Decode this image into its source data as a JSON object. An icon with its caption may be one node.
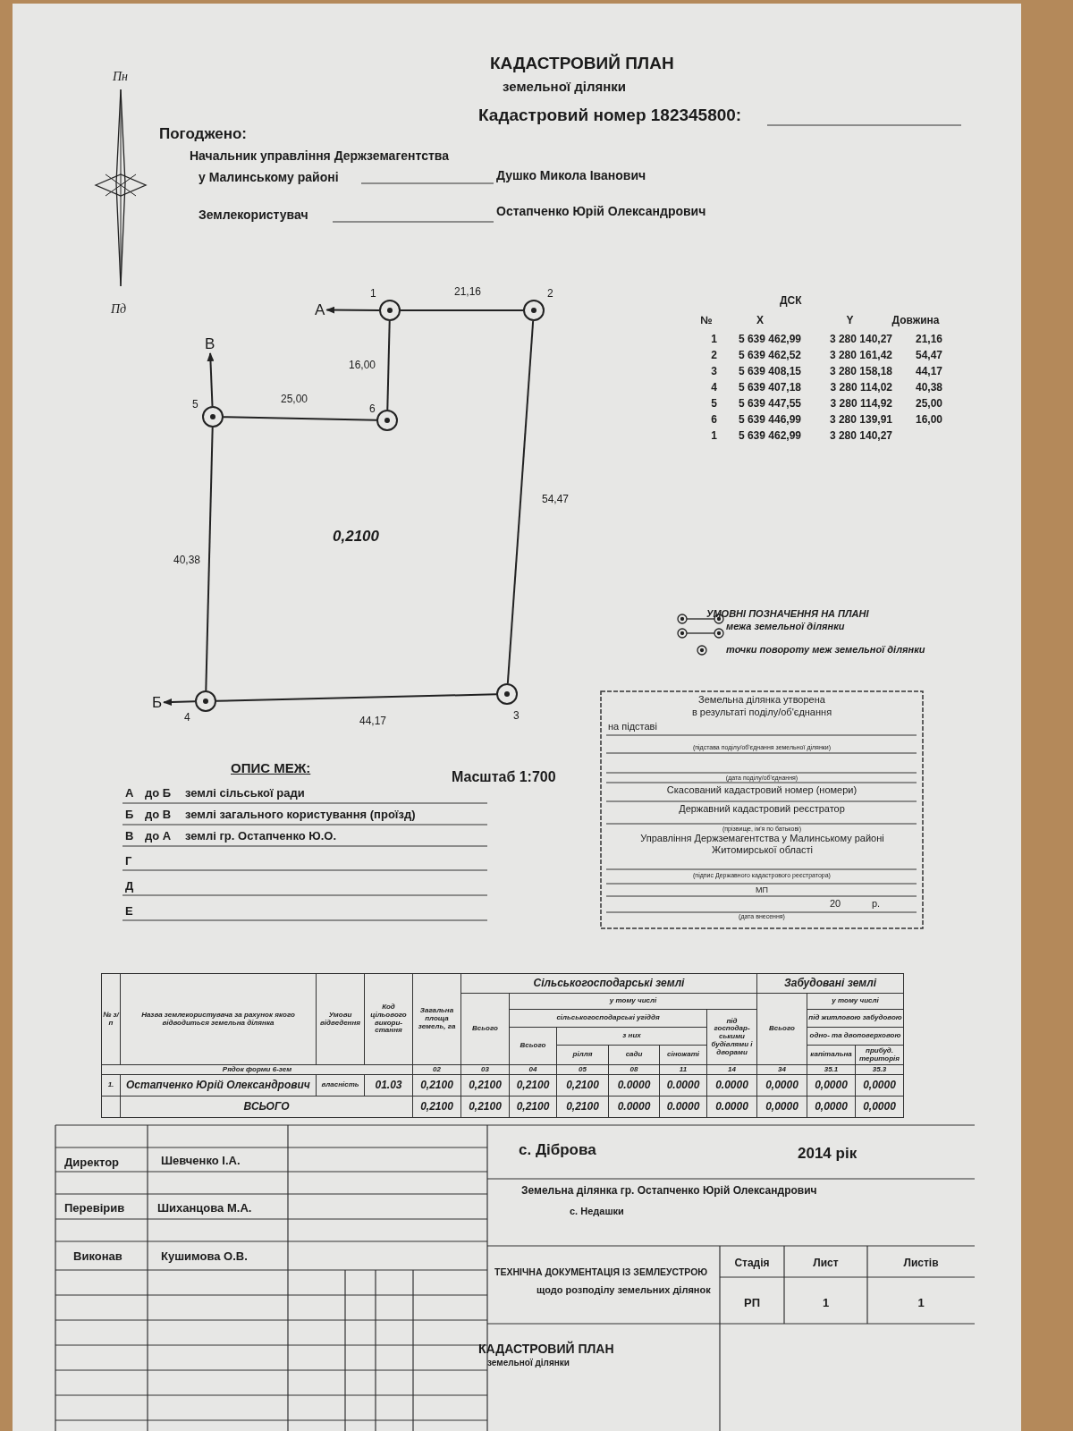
{
  "diagram": {
    "title": "КАДАСТРОВИЙ ПЛАН",
    "nodes": [
      {
        "text": [],
        "shape": "circle",
        "beside": [
          "1"
        ]
      },
      {
        "text": [],
        "shape": "circle",
        "beside": [
          "2"
        ]
      },
      {
        "text": [],
        "shape": "circle",
        "beside": [
          "3"
        ]
      },
      {
        "text": [],
        "shape": "circle",
        "beside": [
          "4"
        ]
      },
      {
        "text": [],
        "shape": "circle",
        "beside": [
          "5"
        ]
      },
      {
        "text": [],
        "shape": "circle",
        "beside": [
          "6"
        ]
      },
      {
        "text": [
          "А"
        ]
      },
      {
        "text": [
          "Б"
        ]
      },
      {
        "text": [
          "В"
        ]
      }
    ],
    "edges": [
      {
        "from": 0,
        "to": 1,
        "arrow": "none",
        "label": "21,16"
      },
      {
        "from": 1,
        "to": 2,
        "arrow": "none",
        "label": "54,47"
      },
      {
        "from": 2,
        "to": 3,
        "arrow": "none",
        "label": "44,17"
      },
      {
        "from": 3,
        "to": 4,
        "arrow": "none",
        "label": "40,38"
      },
      {
        "from": 4,
        "to": 5,
        "arrow": "none",
        "label": "25,00"
      },
      {
        "from": 5,
        "to": 0,
        "arrow": "none",
        "label": "16,00"
      },
      {
        "from": 0,
        "to": 6,
        "arrow": "to"
      },
      {
        "from": 3,
        "to": 7,
        "arrow": "to"
      },
      {
        "from": 4,
        "to": 8,
        "arrow": "to"
      }
    ],
    "labels": [
      "земельної ділянки",
      "Кадастровий номер 182345800:",
      "Пн",
      "Пд",
      "Погоджено:",
      "Начальник управління Держземагентства",
      "у Малинському районі",
      "Душко Микола Іванович",
      "Землекористувач",
      "Остапченко Юрій Олександрович",
      "0,2100",
      "ДСК",
      "№",
      "X",
      "Y",
      "Довжина",
      "1",
      "5 639 462,99",
      "3 280 140,27",
      "21,16",
      "2",
      "5 639 462,52",
      "3 280 161,42",
      "54,47",
      "3",
      "5 639 408,15",
      "3 280 158,18",
      "44,17",
      "4",
      "5 639 407,18",
      "3 280 114,02",
      "40,38",
      "5",
      "5 639 447,55",
      "3 280 114,92",
      "25,00",
      "6",
      "5 639 446,99",
      "3 280 139,91",
      "16,00",
      "1",
      "5 639 462,99",
      "3 280 140,27",
      "УМОВНІ ПОЗНАЧЕННЯ НА ПЛАНІ",
      "Земельна ділянка утворена",
      "в результаті поділу/об'єднання",
      "на підставі",
      "(підстава поділу/об'єднання земельної ділянки)",
      "(дата поділу/об'єднання)",
      "Скасований кадастровий номер (номери)",
      "Державний кадастровий реєстратор",
      "(прізвище, ім'я по батькові)",
      "Управління Держземагентства у Малинському районі Житомирської області",
      "(підпис Державного кадастрового реєстратора)",
      "МП",
      "20",
      "р.",
      "(дата внесення)",
      "ОПИС МЕЖ:",
      "Масштаб 1:700",
      "А",
      "до Б",
      "землі сільської ради",
      "Б",
      "до В",
      "землі загального користування (проїзд)",
      "В",
      "до А",
      "землі гр. Остапченко Ю.О.",
      "Г",
      "Д",
      "Е",
      "№ з/п",
      "Назва землекористувача за рахунок якого відводиться земельна ділянка",
      "Умови відведення",
      "Код цільового викори-стання",
      "Загальна площа земель, га",
      "Сільськогосподарські землі",
      "Забудовані землі",
      "Всього",
      "у тому числі",
      "Всього",
      "у тому числі",
      "сільськогосподарські угіддя",
      "під господар-ськими будівлями і дворами",
      "під житловою забудовою",
      "Всього",
      "з них",
      "одно- та двоповерховою",
      "рілля",
      "сади",
      "сіножаті",
      "капітальна",
      "прибуд. територія",
      "Рядок форми 6-зем",
      "02",
      "03",
      "04",
      "05",
      "08",
      "11",
      "14",
      "34",
      "35.1",
      "35.3",
      "1.",
      "Остапченко Юрій Олександрович",
      "власність",
      "01.03",
      "0,2100",
      "0,2100",
      "0,2100",
      "0,2100",
      "0.0000",
      "0.0000",
      "0.0000",
      "0,0000",
      "0,0000",
      "0,0000",
      "ВСЬОГО",
      "0,2100",
      "0,2100",
      "0,2100",
      "0,2100",
      "0.0000",
      "0.0000",
      "0.0000",
      "0,0000",
      "0,0000",
      "0,0000",
      "Директор",
      "Шевченко І.А.",
      "с. Діброва",
      "2014 рік",
      "Перевірив",
      "Шиханцова М.А.",
      "Земельна ділянка гр. Остапченко Юрій Олександрович",
      "с. Недашки",
      "Виконав",
      "Кушимова О.В.",
      "ТЕХНІЧНА ДОКУМЕНТАЦІЯ ІЗ ЗЕМЛЕУСТРОЮ",
      "щодо розподілу земельних ділянок",
      "Стадія",
      "Лист",
      "Листів",
      "РП",
      "1",
      "1",
      "КАДАСТРОВИЙ ПЛАН",
      "земельної ділянки"
    ],
    "legend": [
      {
        "text": "межа земельної ділянки"
      },
      {
        "text": "точки повороту меж земельної ділянки"
      }
    ]
  }
}
